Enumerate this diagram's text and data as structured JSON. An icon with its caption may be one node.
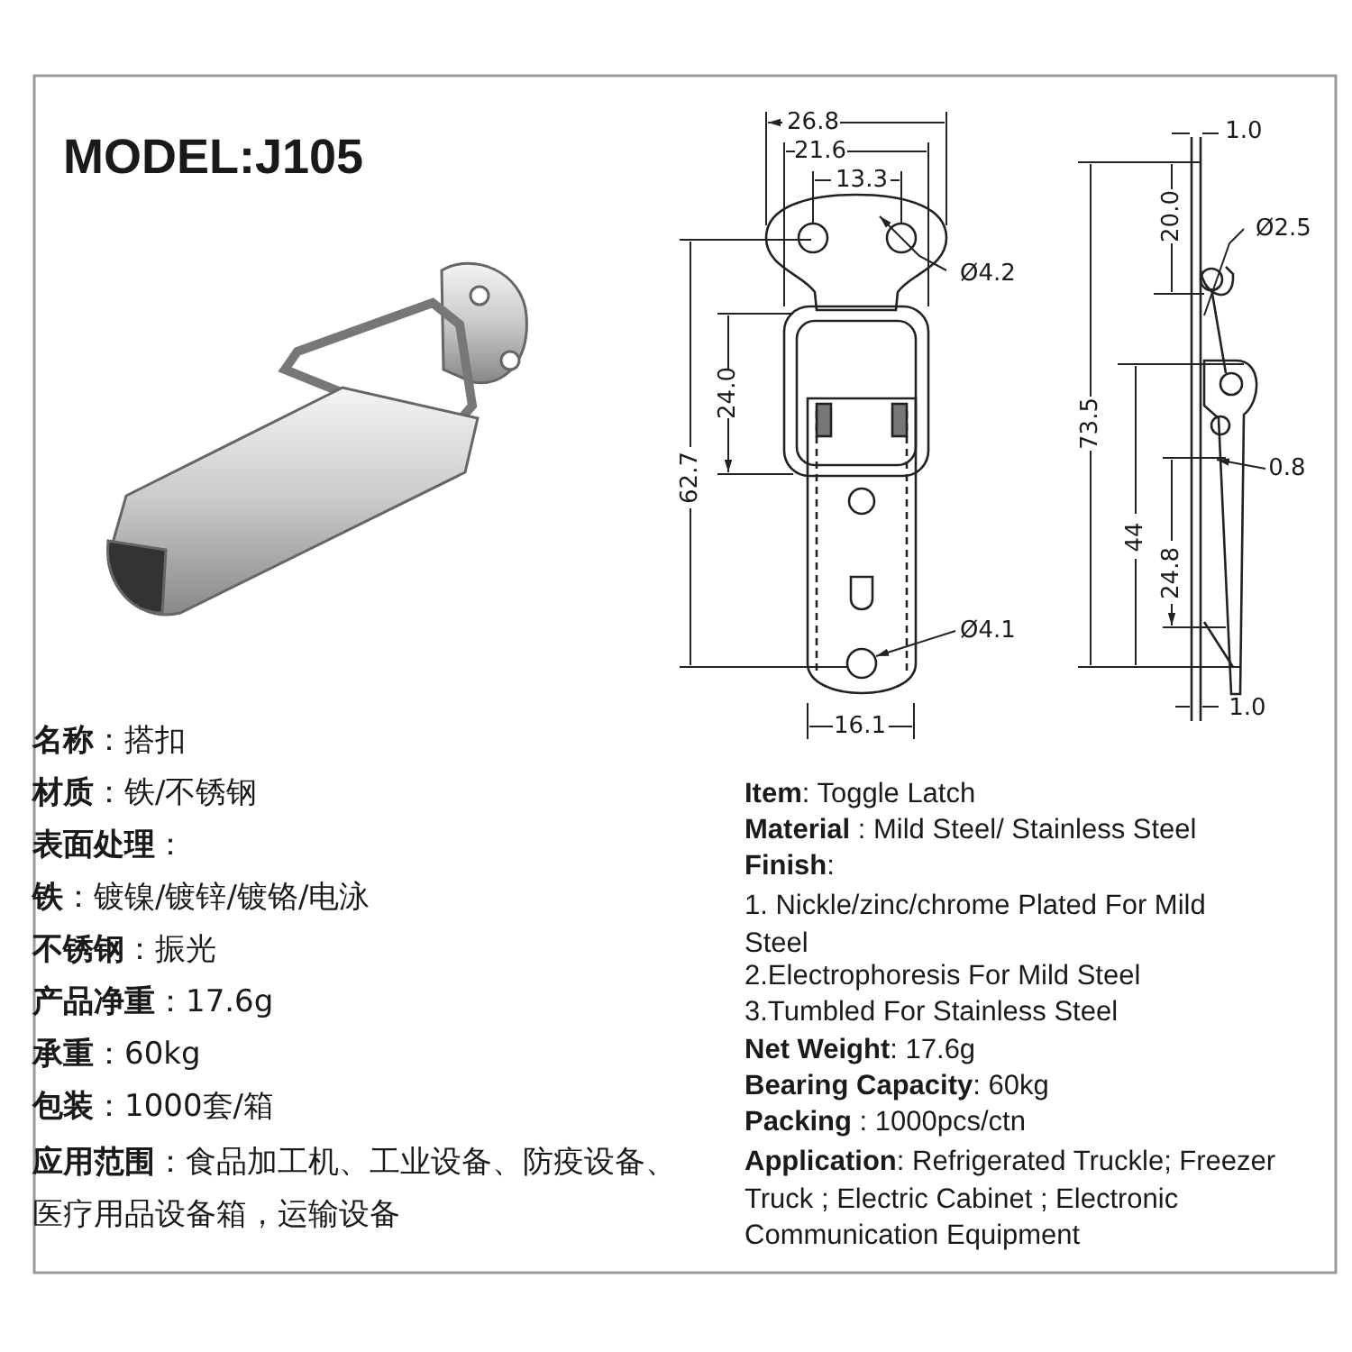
{
  "diagram": {
    "title": "MODEL:J105",
    "labels": [
      "26.8",
      "21.6",
      "13.3",
      "Ø4.2",
      "62.7",
      "24.0",
      "Ø4.1",
      "16.1",
      "1.0",
      "20.0",
      "Ø2.5",
      "73.5",
      "0.8",
      "44",
      "24.8",
      "1.0",
      "**名称**：搭扣",
      "**材质**：铁/不锈钢",
      "**表面处理**：",
      "**铁**：镀镍/镀锌/镀铬/电泳",
      "**不锈钢**：振光",
      "**产品净重**：17.6g",
      "**承重**：60kg",
      "**包装**：1000套/箱",
      "**应用范围**：食品加工机、工业设备、防疫设备、医疗用品设备箱，运输设备",
      "**Item**: Toggle Latch",
      "**Material** : Mild Steel/ Stainless Steel",
      "**Finish**:",
      "1. Nickle/zinc/chrome Plated For Mild Steel",
      "2.Electrophoresis For Mild Steel",
      "3.Tumbled For Stainless Steel",
      "**Net Weight**: 17.6g",
      "**Bearing Capacity**: 60kg",
      "**Packing** : 1000pcs/ctn",
      "**Application**: Refrigerated Truckle; Freezer Truck ; Electric Cabinet ; Electronic Communication Equipment"
    ]
  }
}
